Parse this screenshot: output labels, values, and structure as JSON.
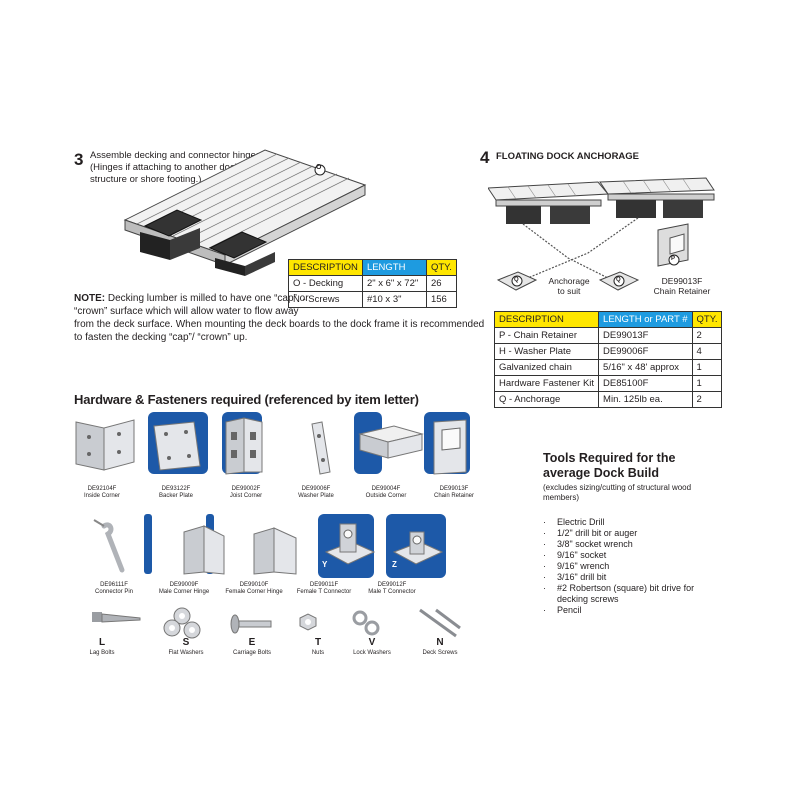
{
  "step3": {
    "number": "3",
    "instruction": [
      "Assemble decking and connector hinges.",
      "(Hinges if attaching to another dock",
      "structure or shore footing.)"
    ],
    "callout": "O",
    "table": {
      "headers": [
        "DESCRIPTION",
        "LENGTH",
        "QTY."
      ],
      "rows": [
        [
          "O - Decking",
          "2\" x 6\" x 72\"",
          "26"
        ],
        [
          "N - Screws",
          "#10 x 3\"",
          "156"
        ]
      ]
    },
    "note_label": "NOTE:",
    "note_lines": [
      "Decking lumber is milled to have one “cap” or",
      "“crown” surface which will allow water to flow away",
      "from the deck surface. When mounting the deck boards to the dock frame it is recommended",
      "to fasten the decking “cap”/ “crown” up."
    ]
  },
  "step4": {
    "number": "4",
    "title": "FLOATING DOCK ANCHORAGE",
    "anchorage_label": [
      "Anchorage",
      "to suit"
    ],
    "retainer_label": [
      "DE99013F",
      "Chain Retainer"
    ],
    "callout_q": "Q",
    "callout_p": "P",
    "table": {
      "headers": [
        "DESCRIPTION",
        "LENGTH or PART #",
        "QTY."
      ],
      "rows": [
        [
          "P - Chain Retainer",
          "DE99013F",
          "2"
        ],
        [
          "H - Washer Plate",
          "DE99006F",
          "4"
        ],
        [
          "Galvanized chain",
          "5/16\" x 48' approx",
          "1"
        ],
        [
          "Hardware Fastener Kit",
          "DE85100F",
          "1"
        ],
        [
          "Q - Anchorage",
          "Min. 125lb ea.",
          "2"
        ]
      ]
    }
  },
  "hardware": {
    "title": "Hardware & Fasteners required (referenced by item letter)",
    "row1": [
      {
        "code": "DE92104F",
        "name": "Inside Corner"
      },
      {
        "code": "DE93122F",
        "name": "Backer Plate"
      },
      {
        "code": "DE99002F",
        "name": "Joist Corner"
      },
      {
        "code": "DE99006F",
        "name": "Washer Plate"
      },
      {
        "code": "DE99004F",
        "name": "Outside Corner"
      },
      {
        "code": "DE99013F",
        "name": "Chain Retainer"
      }
    ],
    "row2": [
      {
        "code": "DE96111F",
        "name": "Connector Pin",
        "letter": ""
      },
      {
        "code": "DE99009F",
        "name": "Male Corner Hinge",
        "letter": ""
      },
      {
        "code": "DE99010F",
        "name": "Female Corner Hinge",
        "letter": ""
      },
      {
        "code": "DE99011F",
        "name": "Female T Connector",
        "letter": "Y"
      },
      {
        "code": "DE99012F",
        "name": "Male T Connector",
        "letter": "Z"
      }
    ],
    "fasteners": [
      {
        "letter": "L",
        "name": "Lag Bolts"
      },
      {
        "letter": "S",
        "name": "Flat Washers"
      },
      {
        "letter": "E",
        "name": "Carriage Bolts"
      },
      {
        "letter": "T",
        "name": "Nuts"
      },
      {
        "letter": "V",
        "name": "Lock Washers"
      },
      {
        "letter": "N",
        "name": "Deck Screws"
      }
    ]
  },
  "tools": {
    "title": [
      "Tools Required for the",
      "average Dock Build"
    ],
    "subtitle": [
      "(excludes sizing/cutting of structural wood",
      "members)"
    ],
    "items": [
      [
        "Electric Drill"
      ],
      [
        "1/2\" drill bit or auger"
      ],
      [
        "3/8\" socket wrench"
      ],
      [
        "9/16\" socket"
      ],
      [
        "9/16\" wrench"
      ],
      [
        "3/16\" drill bit"
      ],
      [
        "#2 Robertson (square) bit drive for",
        "decking screws"
      ],
      [
        "Pencil"
      ]
    ]
  },
  "colors": {
    "accent_blue": "#1e9be0",
    "header_yellow": "#ffe600",
    "ink": "#231f20",
    "tab_blue": "#1d59a8"
  }
}
